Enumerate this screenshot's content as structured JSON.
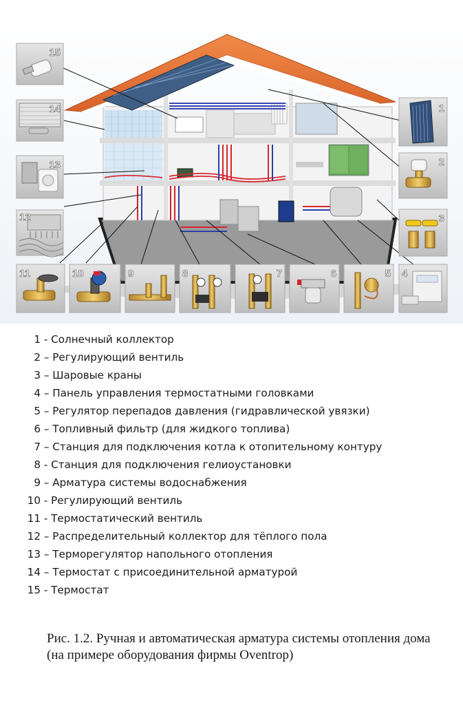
{
  "legend": [
    {
      "num": "1",
      "sep": "-",
      "text": "Солнечный коллектор"
    },
    {
      "num": "2",
      "sep": "–",
      "text": "Регулирующий вентиль"
    },
    {
      "num": "3",
      "sep": "–",
      "text": "Шаровые краны"
    },
    {
      "num": "4",
      "sep": "–",
      "text": "Панель управления термостатными головками"
    },
    {
      "num": "5",
      "sep": "–",
      "text": "Регулятор перепадов давления (гидравлической увязки)"
    },
    {
      "num": "6",
      "sep": "–",
      "text": "Топливный фильтр (для жидкого топлива)"
    },
    {
      "num": "7",
      "sep": "–",
      "text": "Станция для подключения котла к отопительному контуру"
    },
    {
      "num": "8",
      "sep": "-",
      "text": "Станция для подключения гелиоустановки"
    },
    {
      "num": "9",
      "sep": "–",
      "text": "Арматура системы водоснабжения"
    },
    {
      "num": "10",
      "sep": "-",
      "text": "Регулирующий вентиль"
    },
    {
      "num": "11",
      "sep": "-",
      "text": "Термостатический вентиль"
    },
    {
      "num": "12",
      "sep": "–",
      "text": "Распределительный коллектор для тёплого пола"
    },
    {
      "num": "13",
      "sep": "–",
      "text": "Терморегулятор напольного отопления"
    },
    {
      "num": "14",
      "sep": "–",
      "text": "Термостат с присоединительной арматурой"
    },
    {
      "num": "15",
      "sep": "-",
      "text": "Термостат"
    }
  ],
  "caption": "Рис. 1.2. Ручная и автоматическая арматура системы отопления дома (на примере оборудования фирмы Oventrop)",
  "tiles": {
    "t1": "1",
    "t2": "2",
    "t3": "3",
    "t4": "4",
    "t5": "5",
    "t6": "6",
    "t7": "7",
    "t8": "8",
    "t9": "9",
    "t10": "10",
    "t11": "11",
    "t12": "12",
    "t13": "13",
    "t14": "14",
    "t15": "15"
  },
  "colors": {
    "roof": "#e8743a",
    "hot_pipe": "#d8262e",
    "cold_pipe": "#2a3fa8",
    "wall": "#f3f3f3",
    "tile_bg": "#d9d9d9"
  }
}
